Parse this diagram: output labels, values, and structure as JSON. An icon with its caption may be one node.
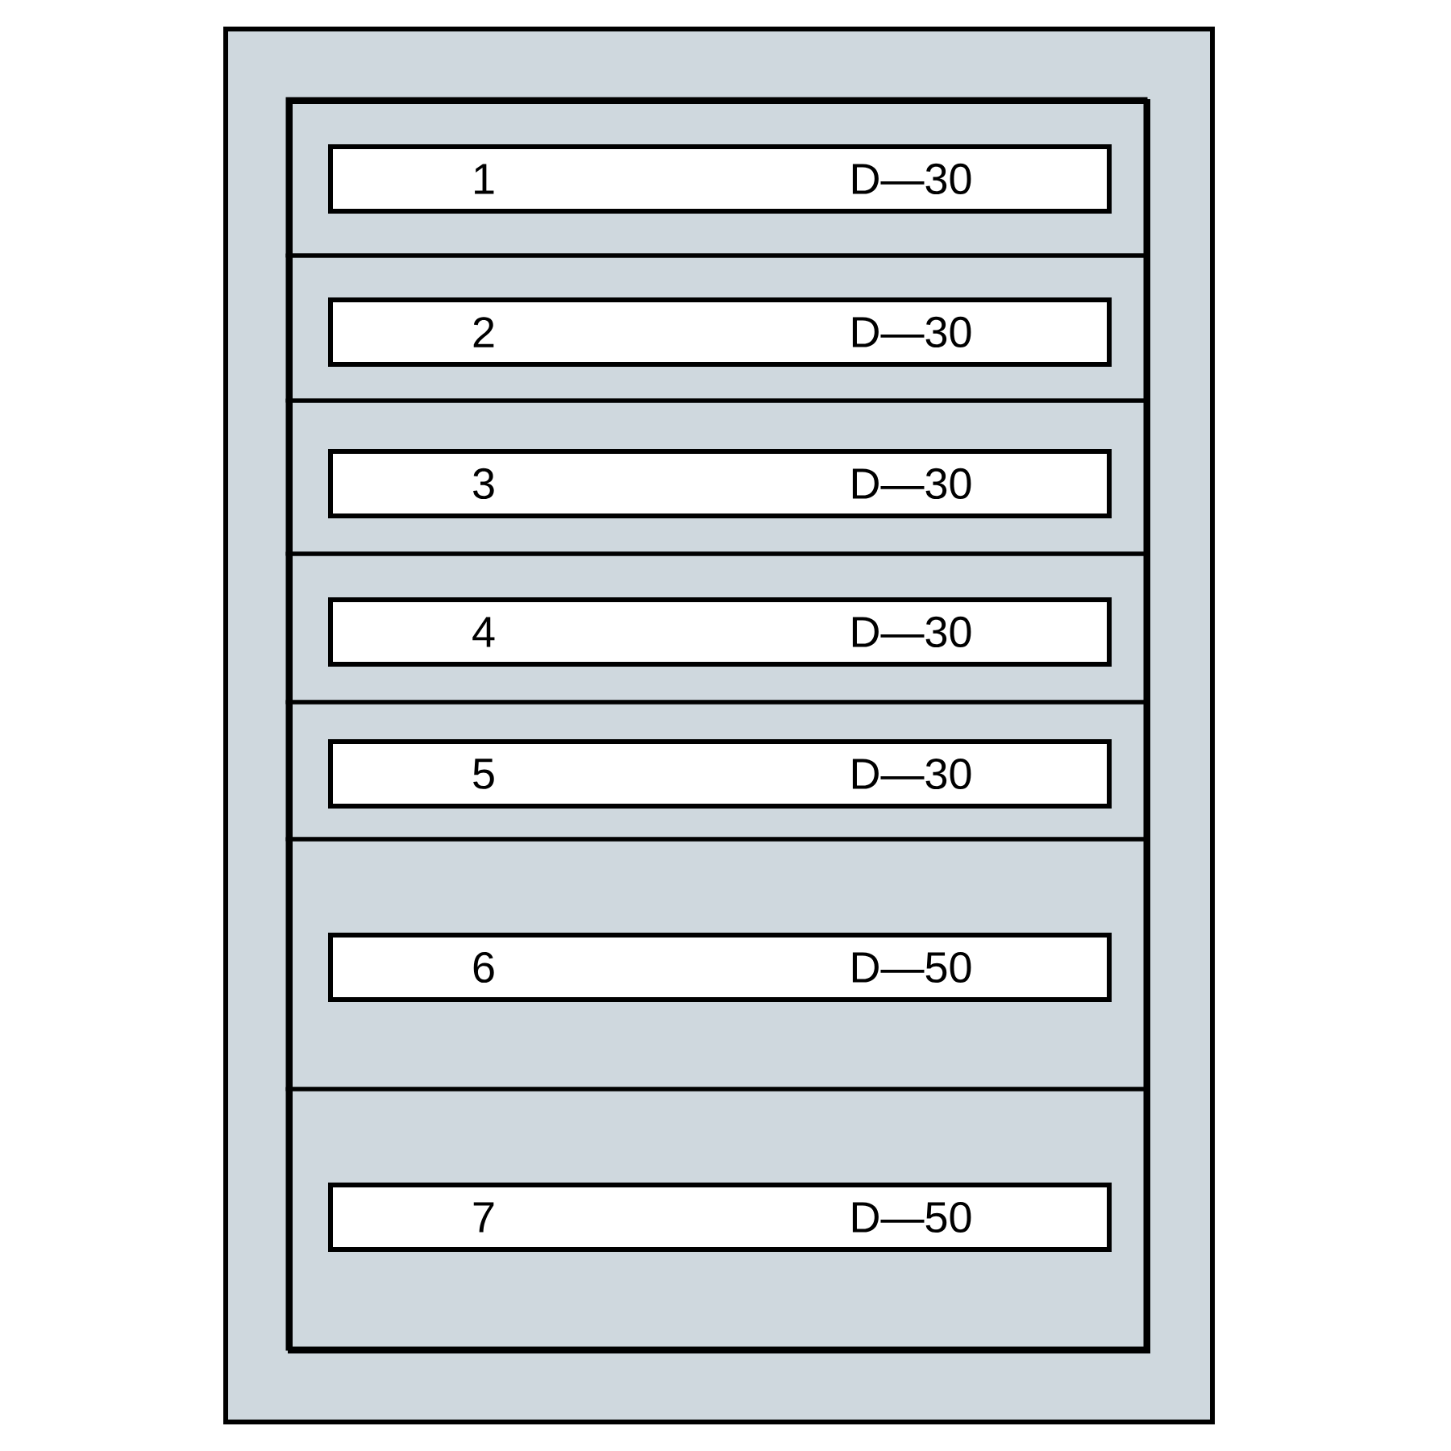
{
  "diagram": {
    "nodes": [
      {
        "text": [],
        "shape": "box"
      },
      {
        "text": [
          "1",
          "D—30"
        ],
        "in": 0
      },
      {
        "text": [
          "2",
          "D—30"
        ],
        "in": 0
      },
      {
        "text": [
          "3",
          "D—30"
        ],
        "in": 0
      },
      {
        "text": [
          "4",
          "D—30"
        ],
        "in": 0
      },
      {
        "text": [
          "5",
          "D—30"
        ],
        "in": 0
      },
      {
        "text": [
          "6",
          "D—50"
        ],
        "in": 0
      },
      {
        "text": [
          "7",
          "D—50"
        ],
        "in": 0
      }
    ]
  }
}
